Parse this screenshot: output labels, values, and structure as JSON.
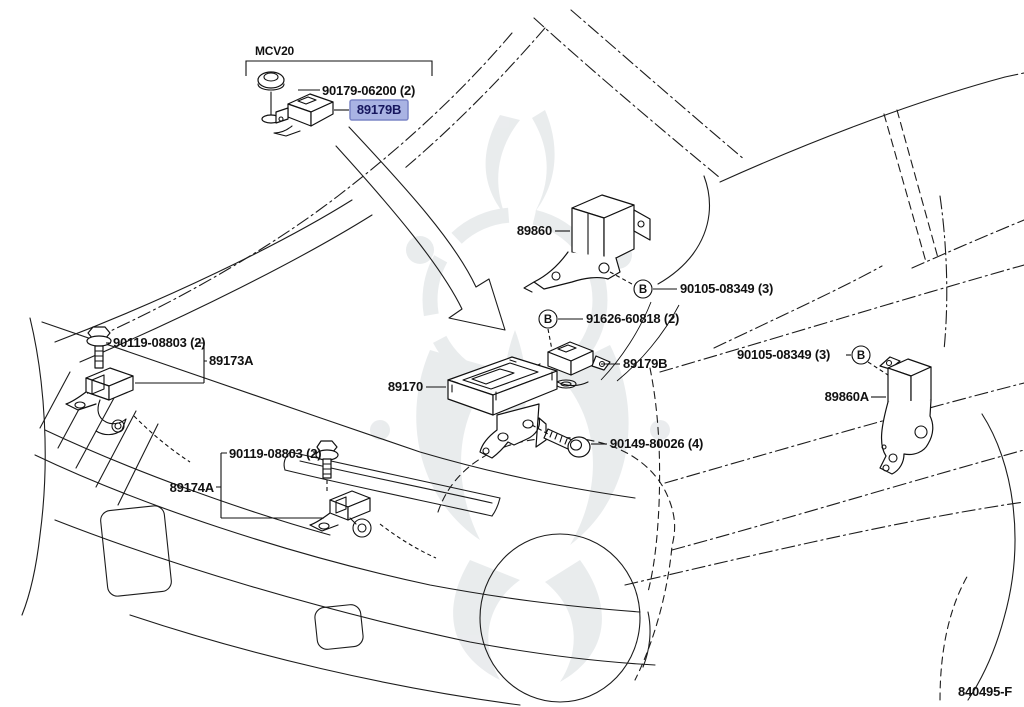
{
  "labels": {
    "model_code": "MCV20",
    "bolt_90179": "90179-06200 (2)",
    "part_89179b_selected": "89179B",
    "part_89860": "89860",
    "bolt_90105_front": "90105-08349 (3)",
    "bolt_91626": "91626-60818 (2)",
    "part_89179b": "89179B",
    "bolt_90105_rear": "90105-08349 (3)",
    "part_89860a": "89860A",
    "part_89170": "89170",
    "screw_90149": "90149-80026 (4)",
    "bolt_90119_left": "90119-08803 (2)",
    "part_89173a": "89173A",
    "bolt_90119_mid": "90119-08803 (2)",
    "part_89174a": "89174A",
    "figure_code": "840495-F",
    "fastener_symbol": "B"
  },
  "colors": {
    "line": "#1c1c1c",
    "highlight_bg": "#a9b3e3",
    "highlight_border": "#7b85c6",
    "highlight_text": "#17175e"
  }
}
